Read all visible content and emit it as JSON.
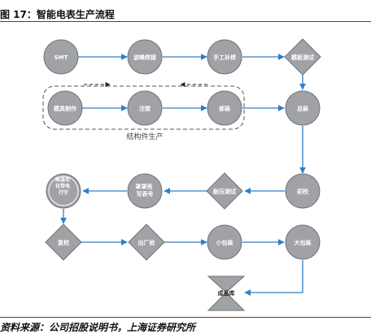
{
  "figure": {
    "title": "图 17：智能电表生产流程",
    "source": "资料来源：公司招股说明书，上海证券研究所"
  },
  "nodes": {
    "smt": "SMT",
    "wave_solder": "波峰焊接",
    "manual_solder": "手工补焊",
    "board_test": "模板测试",
    "mold_make": "模具制作",
    "injection": "注塑",
    "parts_assembly": "部装",
    "final_assembly": "总装",
    "first_check": "初校",
    "voltage_test": "耐压测试",
    "cover_label": "罩罩壳写表号",
    "aging": "高温老化带电行字",
    "recheck": "复校",
    "factory_check": "出厂检",
    "small_pack": "小包装",
    "big_pack": "大包装",
    "finished": "成品库"
  },
  "group_label": "结构件生产",
  "colors": {
    "node": "#a0a2a6",
    "edge": "#2f7fc8",
    "rule": "#b0191e"
  }
}
